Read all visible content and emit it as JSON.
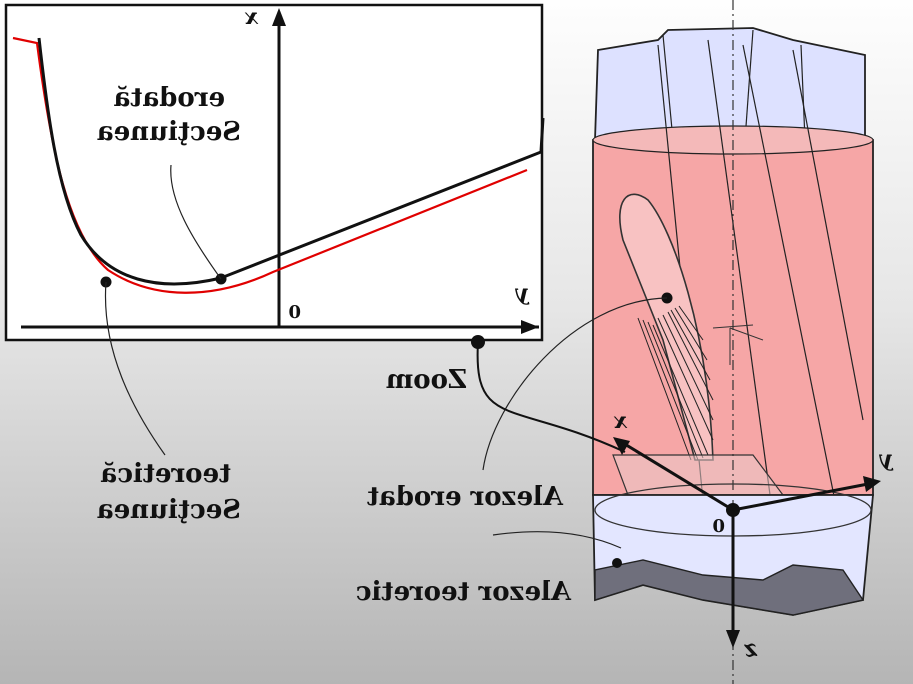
{
  "zoom_panel": {
    "axis_x": "x",
    "axis_y": "y",
    "origin": "0",
    "label_real_line1": "Secţiunea",
    "label_real_line2": "erodată",
    "label_theory_line1": "Secţiunea",
    "label_theory_line2": "teoretică",
    "curve_colors": {
      "real": "#111111",
      "theoretical": "#e00000"
    }
  },
  "zoom_label": "Zoom",
  "tool": {
    "axis_x": "x",
    "axis_y": "y",
    "axis_z": "z",
    "origin": "0",
    "label_eroded": "Alezor erodat",
    "label_theoretical": "Alezor teoretic",
    "colors": {
      "eroded_body": "#f49a9a",
      "theoretical_body": "#dfe3ff",
      "base": "#6f6f7c"
    }
  }
}
